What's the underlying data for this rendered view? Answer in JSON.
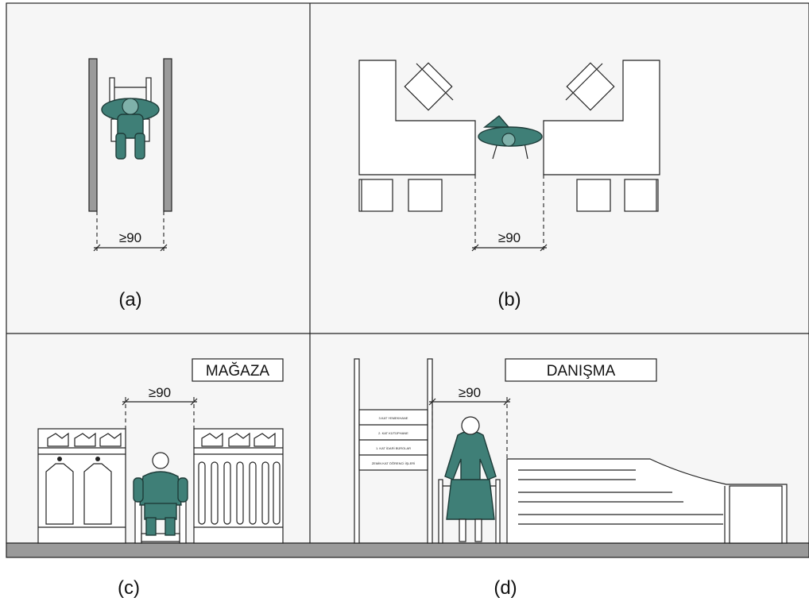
{
  "panels": [
    {
      "id": "a",
      "label": "(a)",
      "dimension": "≥90"
    },
    {
      "id": "b",
      "label": "(b)",
      "dimension": "≥90"
    },
    {
      "id": "c",
      "label": "(c)",
      "dimension": "≥90",
      "sign": "MAĞAZA"
    },
    {
      "id": "d",
      "label": "(d)",
      "dimension": "≥90",
      "sign": "DANIŞMA",
      "directory": [
        "3.KAT YEMEKHANE",
        "2. KAT KÜTÜPHANE",
        "1. KAT İDARİ BÜROLAR",
        "ZEMİN KAT ÖĞRENCİ İŞLERİ"
      ]
    }
  ],
  "colors": {
    "figure": "#3f7f77",
    "background": "#f6f6f6",
    "floor": "#9a9a9a",
    "line": "#222222"
  },
  "icons": [
    "wheelchair-user-icon",
    "standing-person-icon",
    "walker-user-icon",
    "chair-icon",
    "clothing-hanger-icon",
    "folded-shirt-icon"
  ]
}
